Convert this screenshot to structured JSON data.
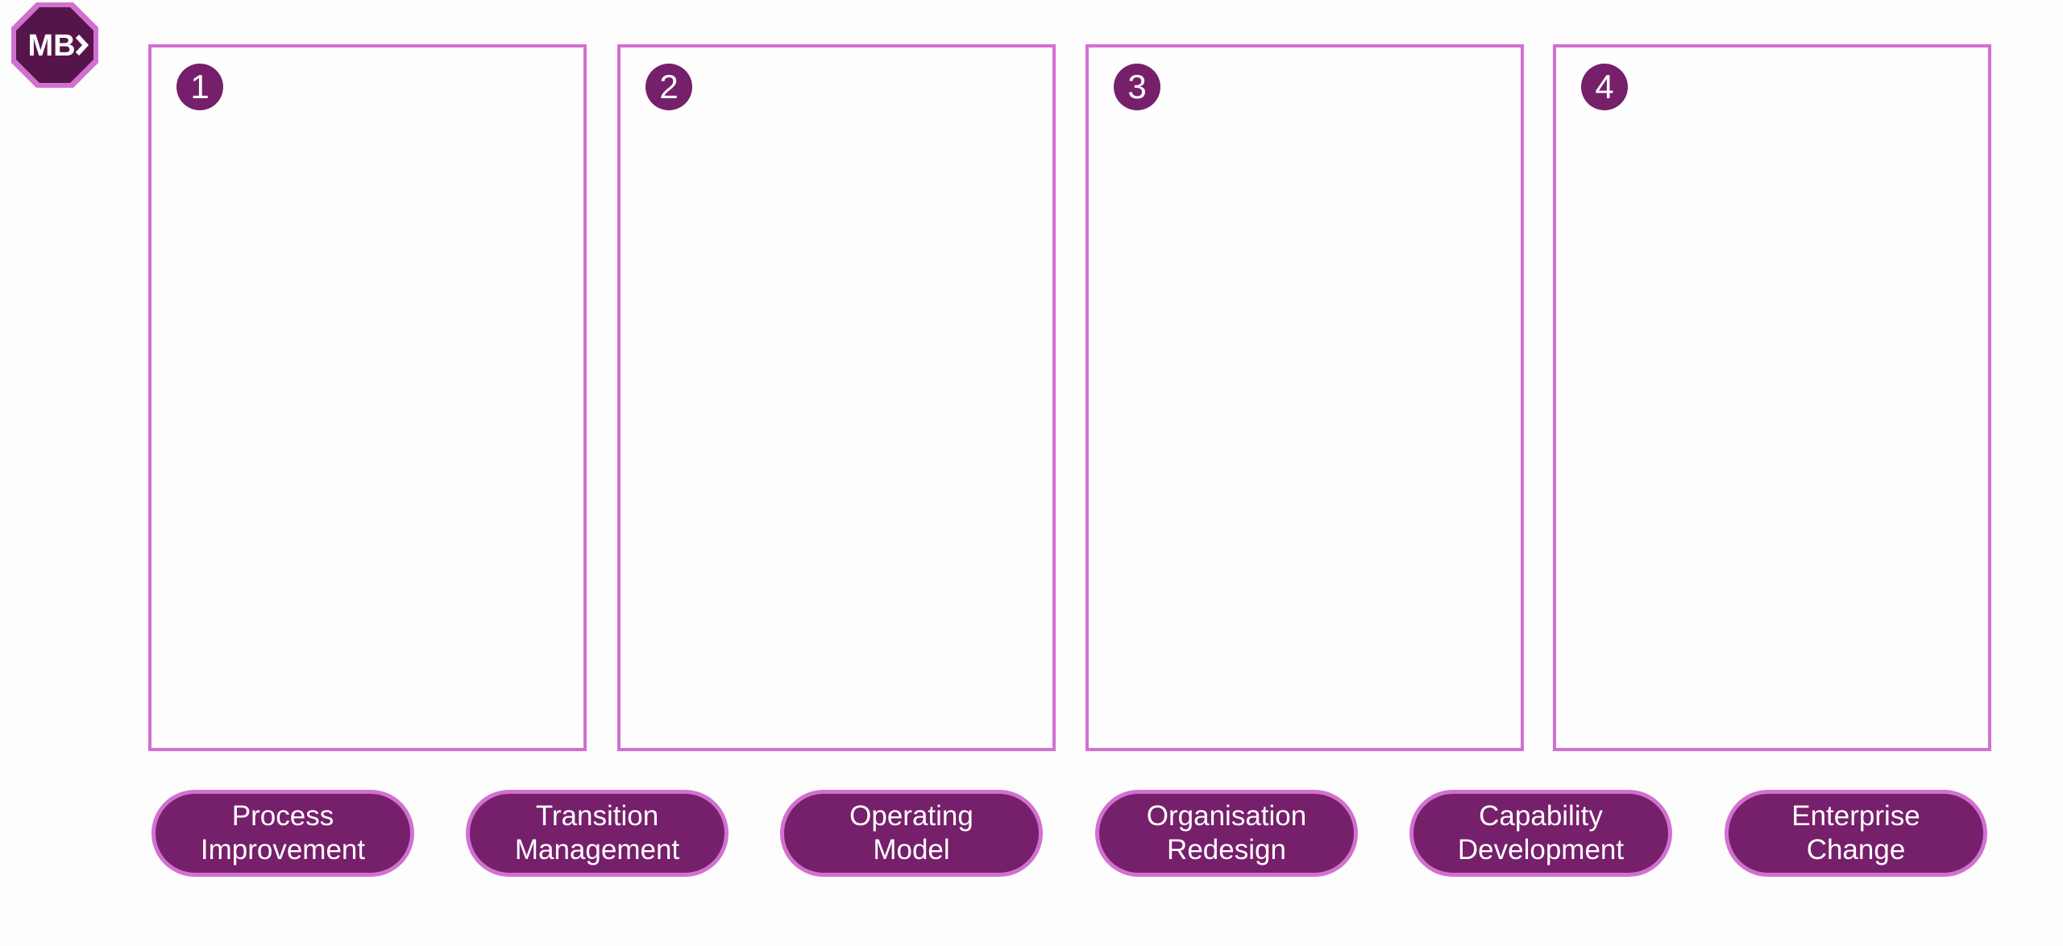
{
  "logo": {
    "text": "MB>",
    "colors": {
      "body": "#55154a",
      "accent": "#d270d0"
    }
  },
  "cards": [
    {
      "number": "1"
    },
    {
      "number": "2"
    },
    {
      "number": "3"
    },
    {
      "number": "4"
    }
  ],
  "pills": [
    {
      "line1": "Process",
      "line2": "Improvement"
    },
    {
      "line1": "Transition",
      "line2": "Management"
    },
    {
      "line1": "Operating",
      "line2": "Model"
    },
    {
      "line1": "Organisation",
      "line2": "Redesign"
    },
    {
      "line1": "Capability",
      "line2": "Development"
    },
    {
      "line1": "Enterprise",
      "line2": "Change"
    }
  ],
  "colors": {
    "primary": "#761f6b",
    "border": "#d270d0"
  }
}
